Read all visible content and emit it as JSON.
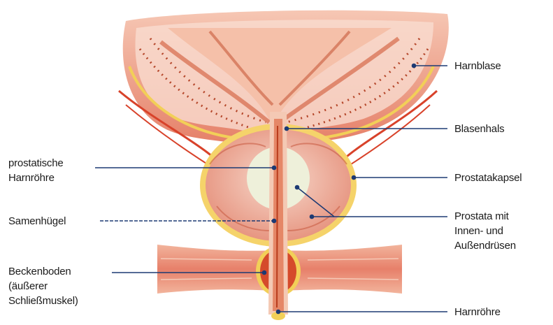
{
  "diagram": {
    "labels_left": {
      "prostatic_urethra": [
        "prostatische",
        "Harnröhre"
      ],
      "seminal_colliculus": [
        "Samenhügel"
      ],
      "pelvic_floor": [
        "Beckenboden",
        "(äußerer",
        "Schließmuskel)"
      ]
    },
    "labels_right": {
      "bladder": [
        "Harnblase"
      ],
      "bladder_neck": [
        "Blasenhals"
      ],
      "prostate_capsule": [
        "Prostatakapsel"
      ],
      "prostate_glands": [
        "Prostata mit",
        "Innen- und",
        "Außendrüsen"
      ],
      "urethra": [
        "Harnröhre"
      ]
    },
    "colors": {
      "line": "#1d3a73",
      "tissue": "#e9a08e",
      "muscle": "#d2452e",
      "capsule": "#f4d35e",
      "urethra": "#c0401e"
    }
  }
}
